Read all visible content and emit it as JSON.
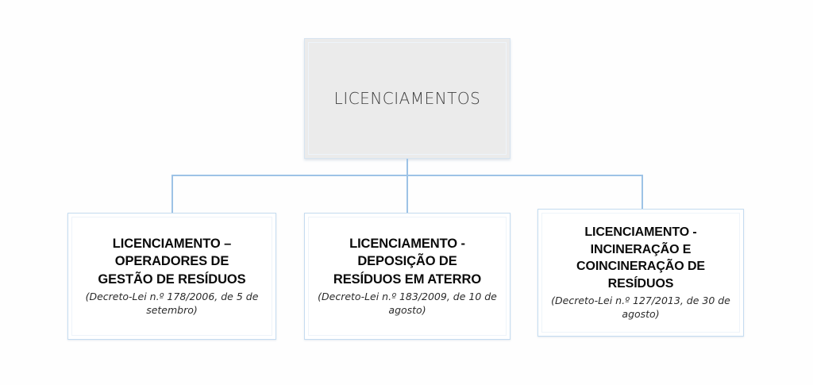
{
  "diagram": {
    "type": "hierarchy",
    "accent_color": "#9dc3e6",
    "root": {
      "label": "LICENCIAMENTOS",
      "fill_color": "#ebebeb",
      "border_color": "#d7e4f0"
    },
    "children": [
      {
        "title_lines": [
          "LICENCIAMENTO –",
          "OPERADORES DE",
          "GESTÃO DE RESÍDUOS"
        ],
        "title": "LICENCIAMENTO – OPERADORES DE GESTÃO DE RESÍDUOS",
        "subtitle": "(Decreto-Lei n.º 178/2006, de 5 de setembro)",
        "fill_color": "#ffffff",
        "border_color": "#c5dcf0"
      },
      {
        "title_lines": [
          "LICENCIAMENTO -",
          "DEPOSIÇÃO DE",
          "RESÍDUOS EM ATERRO"
        ],
        "title": "LICENCIAMENTO - DEPOSIÇÃO DE RESÍDUOS EM ATERRO",
        "subtitle": "(Decreto-Lei n.º 183/2009, de 10 de agosto)",
        "fill_color": "#ffffff",
        "border_color": "#c5dcf0"
      },
      {
        "title_lines": [
          "LICENCIAMENTO -",
          "INCINERAÇÃO E",
          "COINCINERAÇÃO DE",
          "RESÍDUOS"
        ],
        "title": "LICENCIAMENTO - INCINERAÇÃO E COINCINERAÇÃO DE RESÍDUOS",
        "subtitle": "(Decreto-Lei n.º 127/2013, de 30 de agosto)",
        "fill_color": "#ffffff",
        "border_color": "#c5dcf0"
      }
    ]
  }
}
